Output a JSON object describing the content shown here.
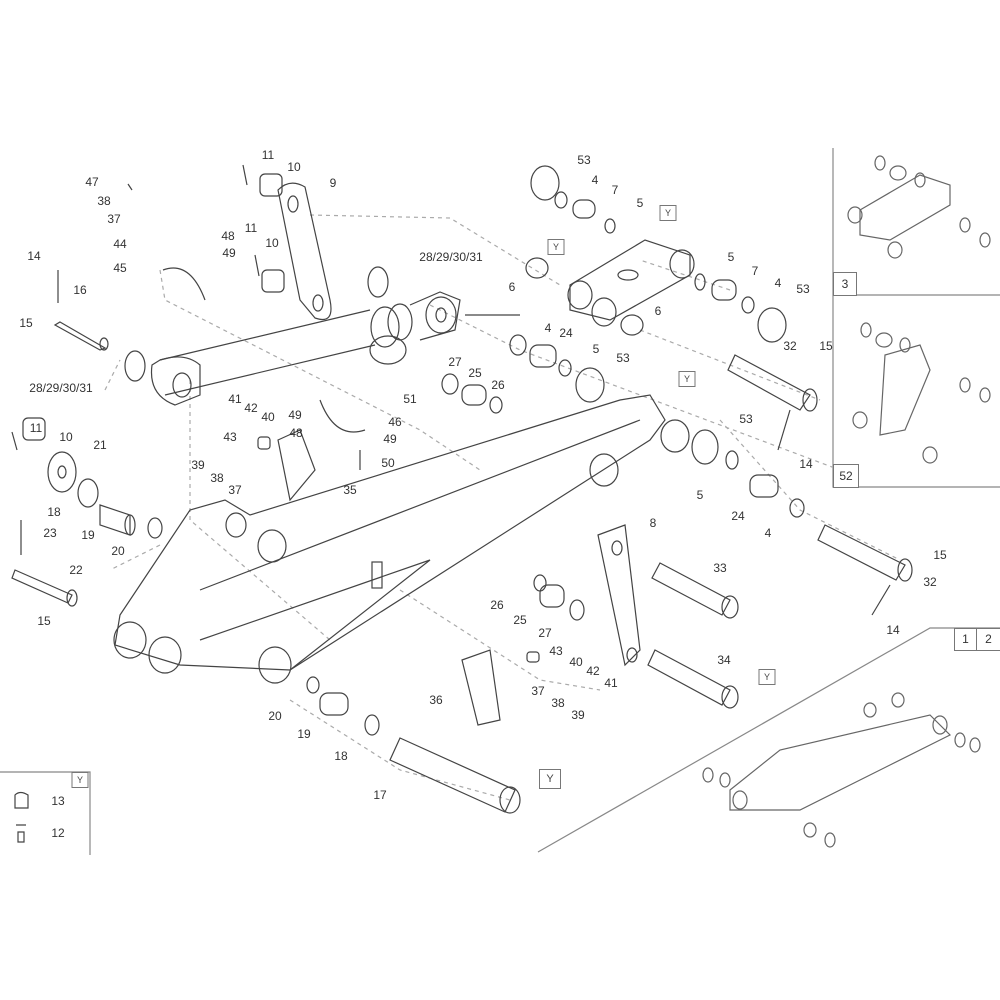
{
  "callouts": [
    "11",
    "10",
    "9",
    "47",
    "38",
    "37",
    "44",
    "48",
    "49",
    "11",
    "10",
    "45",
    "14",
    "16",
    "15",
    "28/29/30/31",
    "28/29/30/31",
    "51",
    "41",
    "42",
    "40",
    "43",
    "49",
    "48",
    "46",
    "49",
    "50",
    "39",
    "38",
    "37",
    "35",
    "11",
    "10",
    "21",
    "18",
    "19",
    "20",
    "23",
    "22",
    "15",
    "53",
    "4",
    "7",
    "5",
    "6",
    "5",
    "7",
    "4",
    "53",
    "6",
    "4",
    "24",
    "5",
    "53",
    "27",
    "25",
    "26",
    "32",
    "15",
    "53",
    "14",
    "5",
    "24",
    "4",
    "8",
    "15",
    "32",
    "33",
    "26",
    "25",
    "27",
    "14",
    "43",
    "40",
    "42",
    "41",
    "34",
    "36",
    "37",
    "38",
    "39",
    "20",
    "19",
    "18",
    "17",
    "13",
    "12"
  ],
  "reference_marker": "Y",
  "panels": {
    "variant_a": "3",
    "variant_b": "52",
    "assembly_1": "1",
    "assembly_2": "2"
  }
}
